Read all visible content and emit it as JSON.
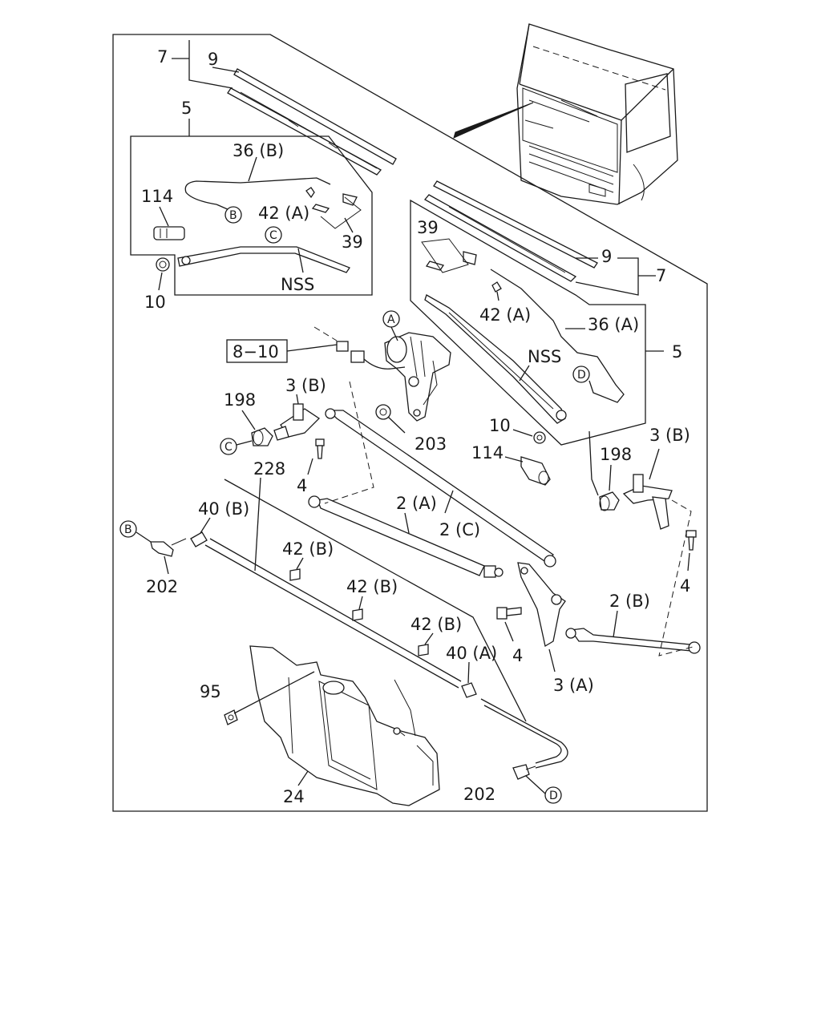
{
  "parts": {
    "p7_left": "7",
    "p9_left": "9",
    "p5_left": "5",
    "p36b": "36 (B)",
    "p114_left": "114",
    "p42a_left": "42 (A)",
    "p39_left": "39",
    "nss_left": "NSS",
    "p10_left": "10",
    "p39_right": "39",
    "p9_right": "9",
    "p7_right": "7",
    "p42a_right": "42 (A)",
    "p36a": "36 (A)",
    "p5_right": "5",
    "nss_right": "NSS",
    "ref_8_10": "8−10",
    "p198_left": "198",
    "p3b_left": "3 (B)",
    "p203": "203",
    "p10_right": "10",
    "p114_right": "114",
    "p198_right": "198",
    "p3b_right": "3 (B)",
    "p228": "228",
    "p4_a": "4",
    "p2a": "2 (A)",
    "p40b": "40 (B)",
    "p2c": "2 (C)",
    "p42b_1": "42 (B)",
    "p202_left": "202",
    "p42b_2": "42 (B)",
    "p4_b": "4",
    "p2b": "2 (B)",
    "p42b_3": "42 (B)",
    "p40a": "40 (A)",
    "p4_c": "4",
    "p3a": "3 (A)",
    "p95": "95",
    "p24": "24",
    "p202_right": "202"
  },
  "refs": {
    "A": "A",
    "B_top": "B",
    "C_top": "C",
    "C_mid": "C",
    "D_top": "D",
    "B_bottom": "B",
    "D_bottom": "D"
  }
}
